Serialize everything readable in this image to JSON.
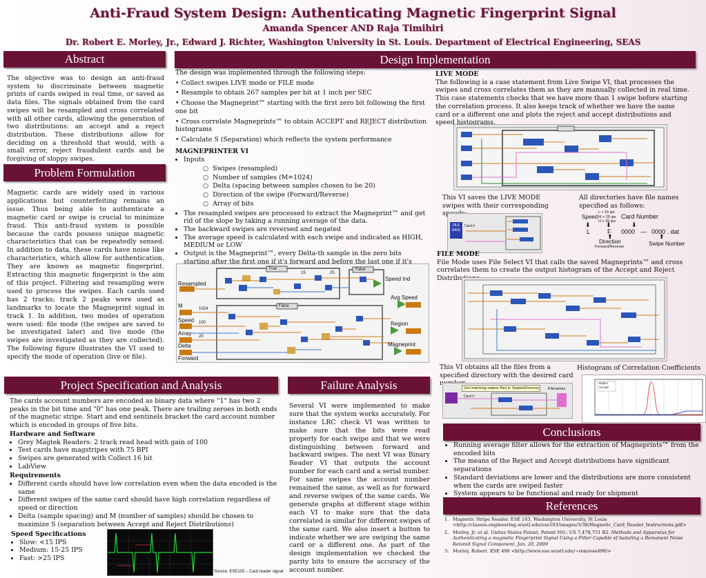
{
  "header": {
    "title": "Anti-Fraud System Design: Authenticating Magnetic Fingerprint Signal",
    "authors": "Amanda Spencer AND Raja Timihiri",
    "affiliation": "Dr. Robert E. Morley, Jr., Edward J. Richter, Washington University in St. Louis. Department of Electrical Engineering, SEAS"
  },
  "abstract": {
    "heading": "Abstract",
    "body": "The objective was to design an anti-fraud system to discriminate between magnetic prints of cards swiped in real time, or saved as data files. The signals obtained from the card swipes will be resampled and cross correlated with all other cards, allowing the generation of two distributions: an accept and a reject distribution. These distributions allow for deciding on a threshold that would, with a small error, reject fraudulent cards and be forgiving of sloppy swipes."
  },
  "problem": {
    "heading": "Problem Formulation",
    "body": "Magnetic cards are widely used in various applications but counterfeiting remains an issue. Thus being able to authenticate a magnetic card or swipe is crucial to minimize fraud. This anti-fraud system is possible because the cards possess unique magnetic characteristics that can be repeatedly sensed. In addition to data, these cards have noise like characteristics, which allow for authentication. They are known as magnetic fingerprint. Extracting this magnetic fingerprint is the aim of this project. Filtering and resampling were used to process the swipes. Each cards used has 2 tracks; track 2 peaks were used as landmarks to locate the Magneprint signal in track 1. In addition, two modes of operation were used: file mode (the swipes are saved to be investigated later) and live mode (the swipes are investigated as they are collected). The following figure illustrates the VI used to specify the mode of operation (live or file)."
  },
  "design": {
    "heading": "Design Implementation",
    "intro": "The design was implemented through the following steps:",
    "steps": [
      "• Collect swipes LIVE mode or FILE mode",
      "• Resample to obtain 267 samples per bit at 1 inch per SEC",
      "• Choose the Magneprint™ starting with the first zero bit following the first one bit",
      "• Cross correlate Magneprints™ to obtain ACCEPT and REJECT distribution histograms",
      "• Calculate S (Separation) which reflects the system performance"
    ],
    "vi_heading": "MAGNEPRINTER VI",
    "inputs_label": "Inputs",
    "inputs": [
      "Swipes (resampled)",
      "Number of samples (M=1024)",
      "Delta (spacing between samples chosen to be 20)",
      "Direction of the swipe (Forward/Reverse)",
      "Array of bits"
    ],
    "bullets": [
      "The resampled swipes are processed to extract the Magneprint™ and get rid of the slope by taking a running average of the data.",
      "The backward swipes are reversed and negated",
      "The average speed is calculated with each swipe and indicated as HIGH, MEDIUM or LOW",
      "Output is the Magneprint™, every Delta-th sample in the zero bits starting after the first one if it's forward and before the last one if it's reverse"
    ],
    "vi_labels": {
      "resampled": "Resampled",
      "m": "M",
      "speed": "Speed",
      "array": "Array",
      "delta": "Delta",
      "forward": "Forward",
      "true": "True",
      "false": "False",
      "speed_ind": "Speed Ind",
      "avg_speed": "Avg Speed",
      "region": "Region",
      "magneprint": "Magneprint",
      "v1024": "1024",
      "v100": "100",
      "v20": "20",
      "v25": "25",
      "v15": "15"
    }
  },
  "live": {
    "heading": "LIVE MODE",
    "body": "The following is a case statement from Live Swipe VI, that processes the swipes and cross correlates them as they are manually collected in real time. This case statements checks that we have more than 1 swipe before starting the correlation process. It also keeps track of whether we have the same card or a different one and plots the reject and accept distributions and speed histograms.",
    "save_caption": "This VI saves the LIVE MODE swipes with their corresponding speeds:",
    "dir_caption": "All directories have file names specified as follows:",
    "file_save": "FILE SAVE",
    "card_label": "Card #",
    "names": {
      "speed": "Speed",
      "lt15": "L < 15 ips",
      "m1525": "M < 25 ips",
      "gt25": "H > 25 ips",
      "card_number": "Card Number",
      "l": "L",
      "f": "F",
      "zeros": "0000",
      "dash": "—",
      "ext": "0000 . dat",
      "direction": "Direction",
      "fr": "Forward/Reverse",
      "swipe_number": "Swipe Number"
    }
  },
  "filemode": {
    "heading": "FILE MODE",
    "body": "File Mode uses File Select VI that calls the saved Magneprints™ and cross correlates them to create the output histogram of the Accept and Reject Distributions",
    "caption1": "This VI obtains all the files from a specified directory with the desired card number",
    "caption2": "Histogram of Correlation Coefficients",
    "vi_title": "Get matching swipes files in SwipesDirectory",
    "filenames": "Filenames",
    "legend_reject": "Reject",
    "legend_accept": "Accept"
  },
  "project": {
    "heading": "Project Specification and Analysis",
    "body": "The cards account numbers are encoded as binary data where \"1\" has two 2 peaks in the bit time and \"0\" has one peak. There are trailing zeroes in both ends of the magnetic stripe. Start and end sentinels bracket the card account number which is encoded in groups of five bits.",
    "hw_heading": "Hardware and Software",
    "hw": [
      "Grey Magtek Readers: 2 track read head with gain of 100",
      "Test cards have magstripes with 75 BPI",
      "Swipes are generated with Collect 16 bit",
      "LabView"
    ],
    "req_heading": "Requirements",
    "req": [
      "Different cards should have low correlation even when the data encoded is the same",
      "Different swipes of the same card should have high correlation regardless of speed or direction",
      "Delta (sample spacing) and M (number of samples) should be chosen to maximize S (separation between Accept and Reject Distributions)"
    ],
    "speed_heading": "Speed Specifications",
    "speeds": [
      "Slow: <15 IPS",
      "Medium: 15-25 IPS",
      "Fast: >25 IPS"
    ],
    "source": "Source: ESE103 – Card reader signal"
  },
  "failure": {
    "heading": "Failure Analysis",
    "body": "Several VI were implemented to make sure that the system works accurately. For instance LRC check VI was written to make sure that the bits were read properly for each swipe and that we were distinguishing between forward and backward swipes. The next VI was Binary Reader VI that outputs the account number for each card and a serial number. For same swipes the account number remained the same, as well as for forward and reverse swipes of the same cards. We generate graphs at different stage within each VI to make sure that the data correlated is similar for different swipes of the same card. We also insert a button to indicate whether we are swiping the same card or a different one. As part of the design implementation we checked the parity bits to ensure the accuracy of the account number."
  },
  "conclusions": {
    "heading": "Conclusions",
    "items": [
      "Running average filter allows for the extraction of Magneprints™ from the encoded bits",
      "The means of the Reject and Accept distributions have significant separations",
      "Standard deviations are lower and the distributions are more consistent when the cards are swiped faster",
      "System appears to be functional and ready for shipment"
    ]
  },
  "references": {
    "heading": "References",
    "items": [
      {
        "num": "1.",
        "text": "Magnetic Stripe Reader. ESE 103, Washington University, St Louis <http://classes.engineering.wustl.edu/ese103/images/3/38/Magnetic_Card_Reader_Instructions.pdf>",
        "italic": ""
      },
      {
        "num": "2.",
        "text": "Morley, Jr. et al. Unites States Patent, Patent NO.: US 7,478,751 B2.",
        "italic": "Methods and Apparatus for Authenticating a magnetic Fingerprint Signal Using a Filter Capable of Isolating a Remanent Noise Related Signal Component. Jan. 20, 2009"
      },
      {
        "num": "3.",
        "text": "Morley, Robert. ESE 498 <http://www.ese.wustl.edu/~rem/ese498/>",
        "italic": ""
      }
    ]
  },
  "colors": {
    "header_bg": "#6a1235",
    "title": "#6b1538",
    "trace": "#1fdc3a"
  }
}
